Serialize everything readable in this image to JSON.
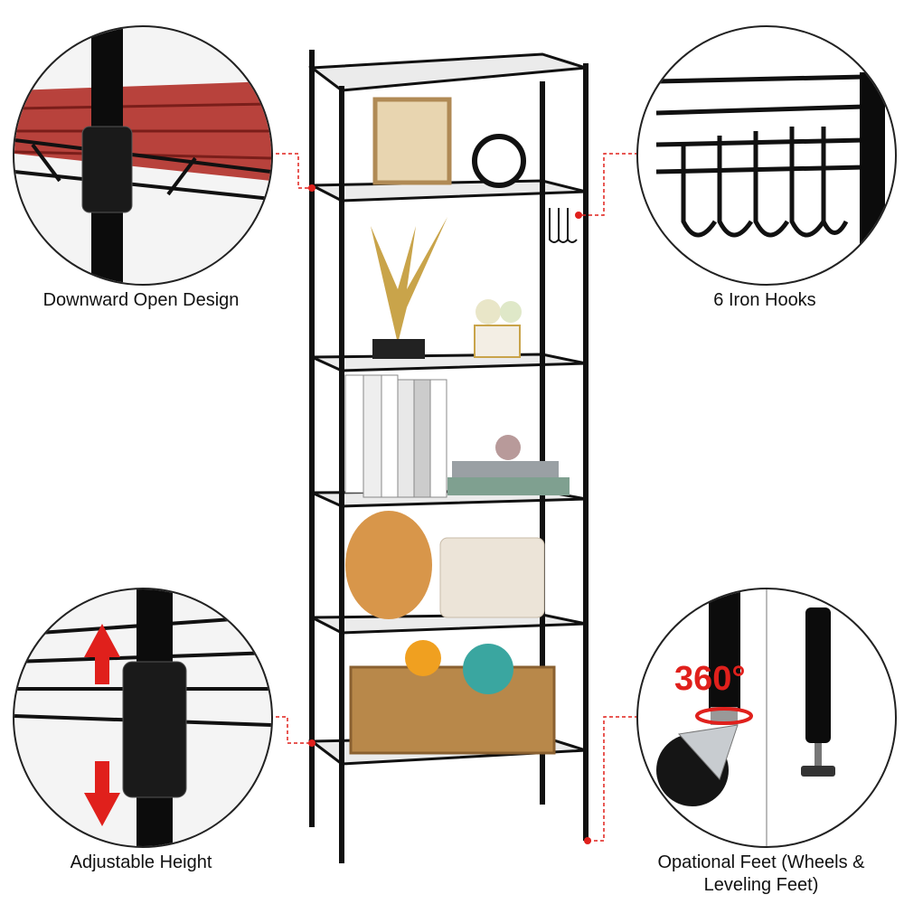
{
  "features": [
    {
      "caption": "Downward Open Design",
      "icon": "shelf-corner-detail"
    },
    {
      "caption": "6 Iron Hooks",
      "icon": "hooks-detail"
    },
    {
      "caption": "Adjustable Height",
      "icon": "adjust-arrows-detail",
      "arrow_color": "#e0201c"
    },
    {
      "caption_line1": "Opational Feet (Wheels &",
      "caption_line2": "Leveling Feet)",
      "badge": "360°",
      "icon": "wheel-and-foot-detail"
    }
  ],
  "accent_color": "#e0201c",
  "shelf_color": "#111111",
  "shelf_tiers": 6
}
